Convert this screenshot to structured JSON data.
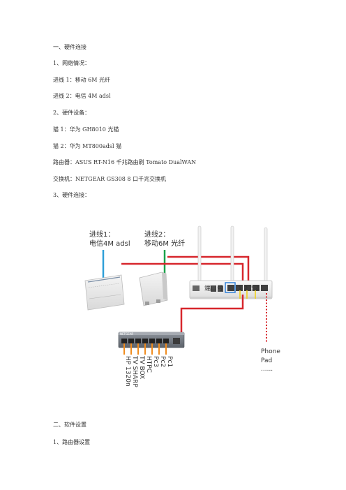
{
  "doc": {
    "lines": [
      "一、硬件连接",
      "1、网络情况：",
      "进线 1：移动 6M  光纤",
      "进线 2：电信 4M adsl",
      "2、硬件设备：",
      "猫 1：华为 GH8010 光猫",
      "猫 2：华为  MT800adsl 猫",
      "路由器：ASUS RT-N16  千兆路由刷 Tomato DualWAN",
      "交换机：NETGEAR GS308 8 口千兆交换机",
      "3、硬件连接：",
      "二、软件设置",
      "1、路由器设置"
    ]
  },
  "diagram": {
    "line1_title": "进线1：",
    "line1_desc": "电信4M adsl",
    "line2_title": "进线2：",
    "line2_desc": "移动6M 光纤",
    "port_label": "端口号",
    "port_numbers": "1 2 3 4",
    "switch_brand": "NETGEAR",
    "device_labels": [
      "Pc1",
      "Pc2",
      "Pc3",
      "HTPC",
      "TV BOX",
      "TV SHARP",
      "HP 1320n"
    ],
    "phone_labels": [
      "Phone",
      "Pad",
      "......"
    ],
    "colors": {
      "line1": "#2e9fd8",
      "line2": "#1aa24a",
      "red": "#d7262c",
      "orange": "#f08c1e",
      "yellow": "#f2d21a"
    }
  }
}
